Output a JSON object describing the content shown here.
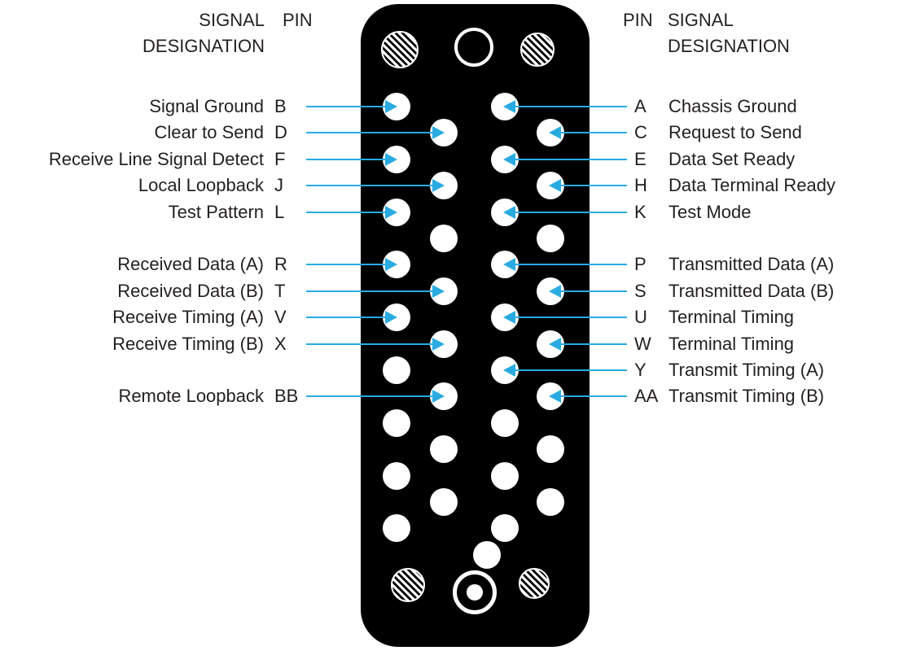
{
  "colors": {
    "arrow": "#29abe2",
    "text": "#231f20",
    "connector_body": "#000000",
    "pin_fill": "#ffffff"
  },
  "headers": {
    "left": {
      "signal_line1": "SIGNAL",
      "signal_line2": "DESIGNATION",
      "pin": "PIN"
    },
    "right": {
      "pin": "PIN",
      "signal_line1": "SIGNAL",
      "signal_line2": "DESIGNATION"
    }
  },
  "left_labels": [
    {
      "signal": "Signal Ground",
      "pin": "B",
      "row": 1,
      "col": 1
    },
    {
      "signal": "Clear to Send",
      "pin": "D",
      "row": 2,
      "col": 2
    },
    {
      "signal": "Receive Line Signal Detect",
      "pin": "F",
      "row": 3,
      "col": 1
    },
    {
      "signal": "Local Loopback",
      "pin": "J",
      "row": 4,
      "col": 2
    },
    {
      "signal": "Test Pattern",
      "pin": "L",
      "row": 5,
      "col": 1
    },
    {
      "signal": "Received Data (A)",
      "pin": "R",
      "row": 7,
      "col": 1
    },
    {
      "signal": "Received Data (B)",
      "pin": "T",
      "row": 8,
      "col": 2
    },
    {
      "signal": "Receive Timing (A)",
      "pin": "V",
      "row": 9,
      "col": 1
    },
    {
      "signal": "Receive Timing (B)",
      "pin": "X",
      "row": 10,
      "col": 2
    },
    {
      "signal": "Remote Loopback",
      "pin": "BB",
      "row": 12,
      "col": 2
    }
  ],
  "right_labels": [
    {
      "pin": "A",
      "signal": "Chassis Ground",
      "row": 1,
      "col": 3
    },
    {
      "pin": "C",
      "signal": "Request to Send",
      "row": 2,
      "col": 4
    },
    {
      "pin": "E",
      "signal": "Data Set Ready",
      "row": 3,
      "col": 3
    },
    {
      "pin": "H",
      "signal": "Data Terminal Ready",
      "row": 4,
      "col": 4
    },
    {
      "pin": "K",
      "signal": "Test Mode",
      "row": 5,
      "col": 3
    },
    {
      "pin": "P",
      "signal": "Transmitted Data (A)",
      "row": 7,
      "col": 3
    },
    {
      "pin": "S",
      "signal": "Transmitted Data (B)",
      "row": 8,
      "col": 4
    },
    {
      "pin": "U",
      "signal": "Terminal Timing",
      "row": 9,
      "col": 3
    },
    {
      "pin": "W",
      "signal": "Terminal Timing",
      "row": 10,
      "col": 4
    },
    {
      "pin": "Y",
      "signal": "Transmit Timing (A)",
      "row": 11,
      "col": 3
    },
    {
      "pin": "AA",
      "signal": "Transmit Timing (B)",
      "row": 12,
      "col": 4
    }
  ]
}
